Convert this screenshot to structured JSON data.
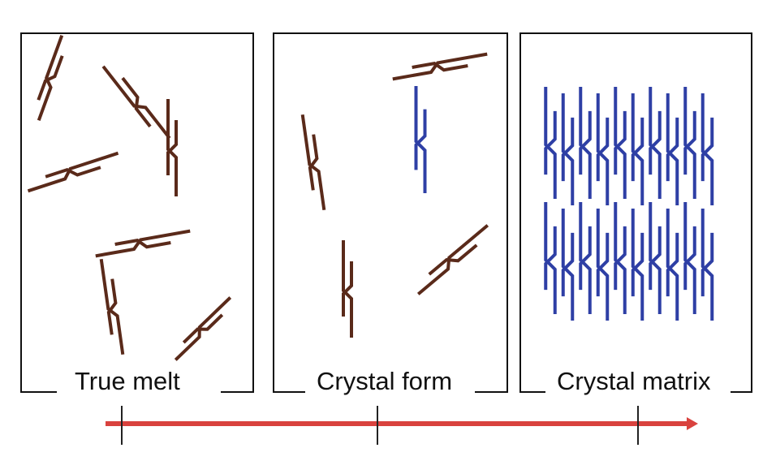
{
  "panels": [
    {
      "label": "True melt"
    },
    {
      "label": "Crystal form"
    },
    {
      "label": "Crystal matrix"
    }
  ],
  "colors": {
    "disordered_molecule": "#5a2a1a",
    "ordered_molecule": "#2e3fa5",
    "arrow": "#d9423e",
    "frame": "#111111"
  },
  "icons": {
    "arrow": "arrow-right-icon"
  }
}
